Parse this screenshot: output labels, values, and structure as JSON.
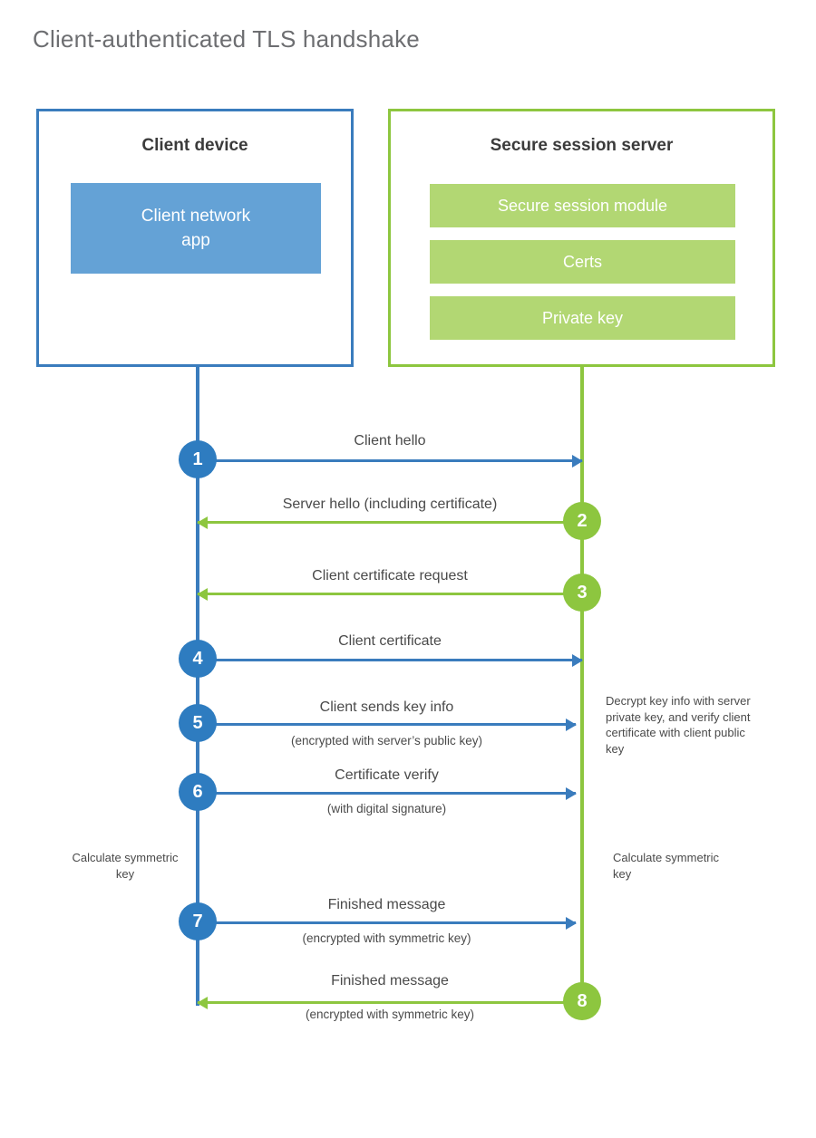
{
  "title": "Client-authenticated TLS handshake",
  "colors": {
    "client_border": "#3a7cbd",
    "client_fill": "#64a2d6",
    "server_border": "#8dc63f",
    "server_fill": "#b2d773",
    "step_blue": "#2e7cc0",
    "step_green": "#8dc63f",
    "text": "#4a4a4a",
    "title_text": "#6d6e71"
  },
  "client": {
    "title": "Client device",
    "app_line1": "Client network",
    "app_line2": "app"
  },
  "server": {
    "title": "Secure session server",
    "blocks": [
      {
        "label": "Secure session module"
      },
      {
        "label": "Certs"
      },
      {
        "label": "Private key"
      }
    ]
  },
  "steps": [
    {
      "number": "1",
      "label": "Client hello",
      "sub": "",
      "direction": "to-server",
      "color": "blue"
    },
    {
      "number": "2",
      "label": "Server hello (including certificate)",
      "sub": "",
      "direction": "to-client",
      "color": "green"
    },
    {
      "number": "3",
      "label": "Client certificate request",
      "sub": "",
      "direction": "to-client",
      "color": "green"
    },
    {
      "number": "4",
      "label": "Client certificate",
      "sub": "",
      "direction": "to-server",
      "color": "blue"
    },
    {
      "number": "5",
      "label": "Client sends key info",
      "sub": "(encrypted with server’s public key)",
      "direction": "to-server",
      "color": "blue"
    },
    {
      "number": "6",
      "label": "Certificate verify",
      "sub": "(with digital signature)",
      "direction": "to-server",
      "color": "blue"
    },
    {
      "number": "7",
      "label": "Finished message",
      "sub": "(encrypted with symmetric key)",
      "direction": "to-server",
      "color": "blue"
    },
    {
      "number": "8",
      "label": "Finished message",
      "sub": "(encrypted with symmetric key)",
      "direction": "to-client",
      "color": "green"
    }
  ],
  "notes": {
    "server_decrypt": "Decrypt key info with server private key, and verify client certificate with client public key",
    "client_calc": "Calculate symmetric key",
    "server_calc": "Calculate symmetric key"
  }
}
